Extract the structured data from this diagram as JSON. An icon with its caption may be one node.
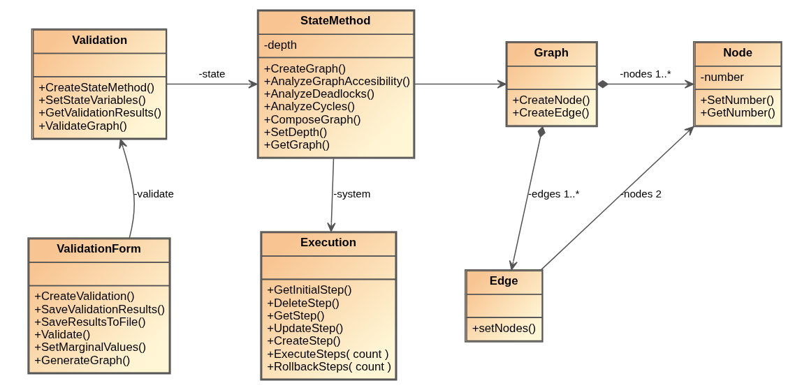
{
  "diagram": {
    "nodes": [
      {
        "text": [
          "Validation",
          "+CreateStateMethod()",
          "+SetStateVariables()",
          "+GetValidationResults()",
          "+ValidateGraph()"
        ]
      },
      {
        "text": [
          "StateMethod",
          "-depth",
          "+CreateGraph()",
          "+AnalyzeGraphAccesibility()",
          "+AnalyzeDeadlocks()",
          "+AnalyzeCycles()",
          "+ComposeGraph()",
          "+SetDepth()",
          "+GetGraph()"
        ]
      },
      {
        "text": [
          "Node",
          "-number",
          "+SetNumber()",
          "+GetNumber()"
        ]
      },
      {
        "text": [
          "Graph",
          "+CreateNode()",
          "+CreateEdge()"
        ]
      },
      {
        "text": [
          "ValidationForm",
          "+CreateValidation()",
          "+SaveValidationResults()",
          "+SaveResultsToFile()",
          "+Validate()",
          "+SetMarginalValues()",
          "+GenerateGraph()"
        ]
      },
      {
        "text": [
          "Execution",
          "+GetInitialStep()",
          "+DeleteStep()",
          "+GetStep()",
          "+UpdateStep()",
          "+CreateStep()",
          "+ExecuteSteps( count )",
          "+RollbackSteps( count )"
        ]
      },
      {
        "text": [
          "Edge",
          "+setNodes()"
        ]
      }
    ],
    "edges": [
      {
        "from": 0,
        "to": 1,
        "arrow": "to",
        "label": "-state"
      },
      {
        "from": 4,
        "to": 0,
        "arrow": "to",
        "label": "-validate"
      },
      {
        "from": 1,
        "to": 3,
        "arrow": "to"
      },
      {
        "from": 1,
        "to": 5,
        "arrow": "to",
        "label": "-system"
      },
      {
        "from": 3,
        "to": 2,
        "arrow": "to",
        "label": "-nodes 1..*"
      },
      {
        "from": 3,
        "to": 6,
        "arrow": "to",
        "label": "-edges 1..*"
      },
      {
        "from": 6,
        "to": 2,
        "arrow": "to",
        "label": "-nodes 2"
      }
    ]
  }
}
